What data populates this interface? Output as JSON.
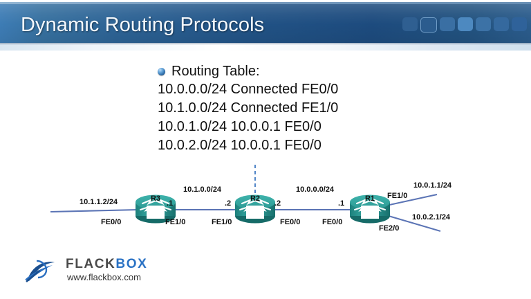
{
  "slide": {
    "title": "Dynamic Routing Protocols",
    "header_squares": [
      "#2f5f91",
      "#2b5c8e",
      "#3a6fa3",
      "#4d89c0",
      "#3c72a6",
      "#35699e",
      "#2f629a"
    ]
  },
  "content": {
    "bullet_icon": "sphere-bullet-icon",
    "heading": "Routing Table:",
    "routes": [
      "10.0.0.0/24 Connected FE0/0",
      "10.1.0.0/24 Connected FE1/0",
      "10.0.1.0/24 10.0.0.1 FE0/0",
      "10.0.2.0/24 10.0.0.1 FE0/0"
    ]
  },
  "diagram": {
    "routers": [
      {
        "id": "r3",
        "name": "R3"
      },
      {
        "id": "r2",
        "name": "R2"
      },
      {
        "id": "r1",
        "name": "R1"
      }
    ],
    "labels": {
      "r3_left_subnet": "10.1.1.2/24",
      "r3_left_iface": "FE0/0",
      "r3_right_ip": ".1",
      "r3_right_iface": "FE1/0",
      "link_r3_r2_subnet": "10.1.0.0/24",
      "r2_left_ip": ".2",
      "r2_left_iface": "FE1/0",
      "r2_right_ip": ".2",
      "r2_right_iface": "FE0/0",
      "link_r2_r1_subnet": "10.0.0.0/24",
      "r1_left_ip": ".1",
      "r1_left_iface": "FE0/0",
      "r1_up_iface": "FE1/0",
      "r1_up_subnet": "10.0.1.1/24",
      "r1_down_iface": "FE2/0",
      "r1_down_subnet": "10.0.2.1/24"
    },
    "colors": {
      "link": "#5b74b5",
      "callout_dash": "#5588c8",
      "router_body": "#2f9c97",
      "router_top": "#3aada7",
      "router_shade": "#1c7f7c"
    }
  },
  "logo": {
    "brand_first": "FLACK",
    "brand_second": "BOX",
    "url": "www.flackbox.com"
  }
}
